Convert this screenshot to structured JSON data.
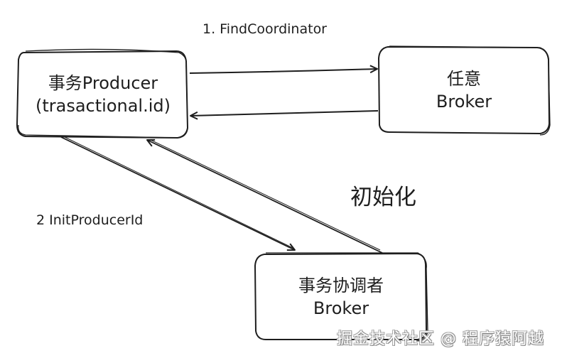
{
  "nodes": {
    "producer": {
      "line1": "事务Producer",
      "line2": "(trasactional.id)"
    },
    "any_broker": {
      "line1": "任意",
      "line2": "Broker"
    },
    "coordinator": {
      "line1": "事务协调者",
      "line2": "Broker"
    }
  },
  "edges": {
    "find_coordinator": {
      "label": "1. FindCoordinator",
      "from": "producer",
      "to": "any_broker"
    },
    "find_coordinator_response": {
      "from": "any_broker",
      "to": "producer"
    },
    "init_producer_id": {
      "label": "2 InitProducerId",
      "from": "producer",
      "to": "coordinator"
    },
    "init_producer_id_response": {
      "from": "coordinator",
      "to": "producer"
    }
  },
  "phase_label": "初始化",
  "watermark": "掘金技术社区 @ 程序猿阿越",
  "colors": {
    "stroke": "#1e1e1e",
    "background": "#ffffff"
  }
}
